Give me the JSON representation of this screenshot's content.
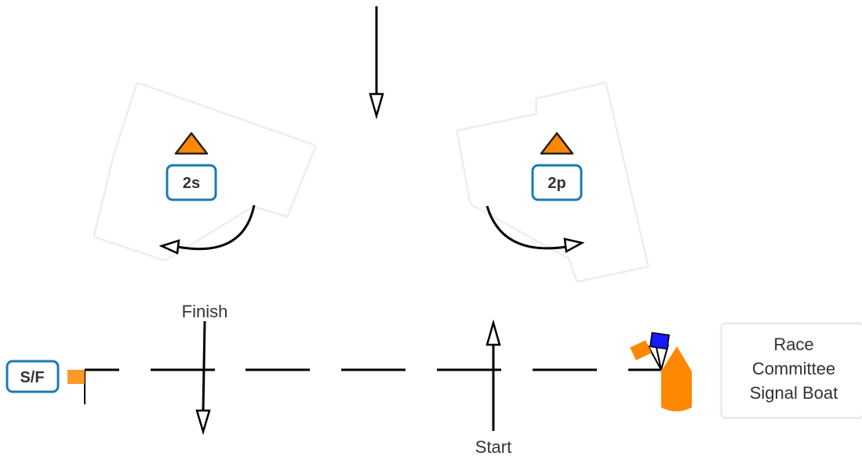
{
  "marks": {
    "mark_2s": {
      "label": "2s"
    },
    "mark_2p": {
      "label": "2p"
    },
    "start_finish": {
      "label": "S/F"
    }
  },
  "line_labels": {
    "finish": "Finish",
    "start": "Start"
  },
  "signal_boat": {
    "line1": "Race",
    "line2": "Committee",
    "line3": "Signal Boat"
  },
  "colors": {
    "mark_orange": "#ff8800",
    "mark_box_border": "#1a7ab5",
    "flag_blue": "#1a1aff",
    "line": "#000000",
    "text": "#333333"
  }
}
